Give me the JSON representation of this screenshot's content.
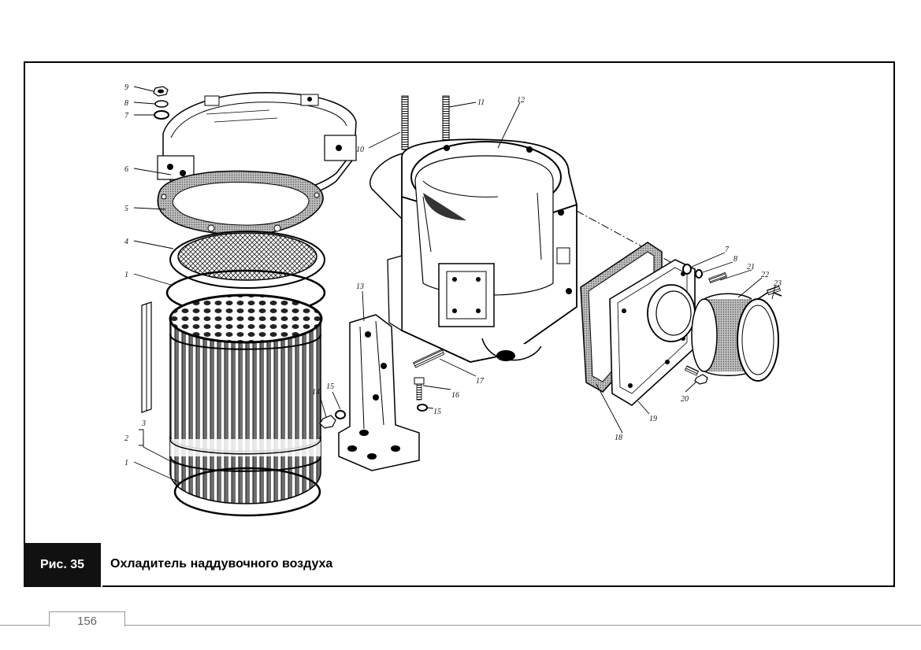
{
  "figure": {
    "number_label": "Рис. 35",
    "title": "Охладитель наддувочного воздуха"
  },
  "page_number": "156",
  "callouts": [
    {
      "id": "c9",
      "text": "9"
    },
    {
      "id": "c8a",
      "text": "8"
    },
    {
      "id": "c7a",
      "text": "7"
    },
    {
      "id": "c6",
      "text": "6"
    },
    {
      "id": "c5",
      "text": "5"
    },
    {
      "id": "c4",
      "text": "4"
    },
    {
      "id": "c1a",
      "text": "1"
    },
    {
      "id": "c3",
      "text": "3"
    },
    {
      "id": "c2",
      "text": "2"
    },
    {
      "id": "c1b",
      "text": "1"
    },
    {
      "id": "c10",
      "text": "10"
    },
    {
      "id": "c11",
      "text": "11"
    },
    {
      "id": "c12",
      "text": "12"
    },
    {
      "id": "c13",
      "text": "13"
    },
    {
      "id": "c14",
      "text": "14"
    },
    {
      "id": "c15a",
      "text": "15"
    },
    {
      "id": "c15b",
      "text": "15"
    },
    {
      "id": "c16",
      "text": "16"
    },
    {
      "id": "c17",
      "text": "17"
    },
    {
      "id": "c7b",
      "text": "7"
    },
    {
      "id": "c8b",
      "text": "8"
    },
    {
      "id": "c21",
      "text": "21"
    },
    {
      "id": "c22",
      "text": "22"
    },
    {
      "id": "c23",
      "text": "23"
    },
    {
      "id": "c18",
      "text": "18"
    },
    {
      "id": "c19",
      "text": "19"
    },
    {
      "id": "c20",
      "text": "20"
    }
  ]
}
